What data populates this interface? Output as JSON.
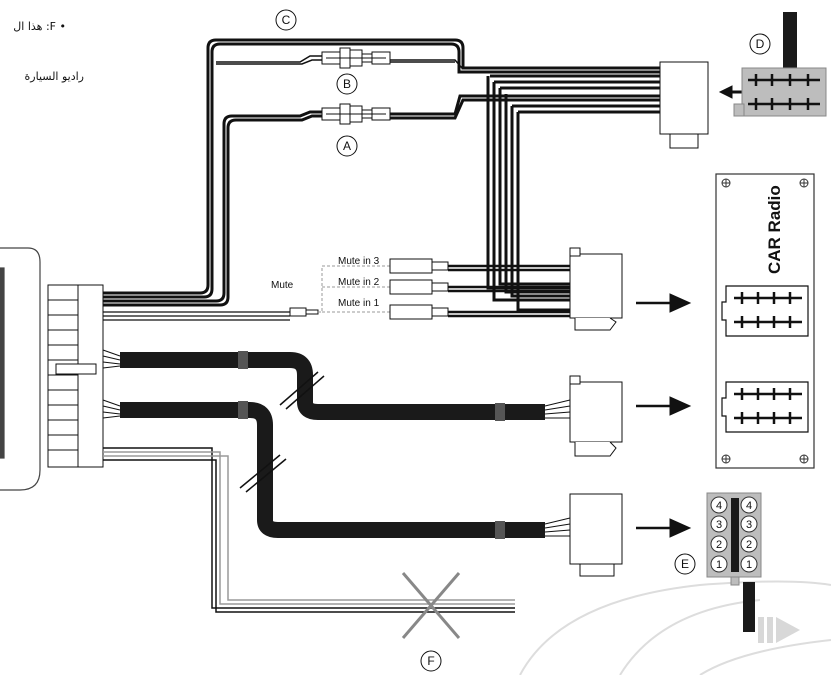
{
  "note": {
    "bullet": "•",
    "line1": "F: هذا ال",
    "line2": "راديو السيارة"
  },
  "callouts": {
    "a": "A",
    "b": "B",
    "c": "C",
    "d": "D",
    "e": "E",
    "f": "F"
  },
  "mute": {
    "main": "Mute",
    "in3": "Mute in 3",
    "in2": "Mute in 2",
    "in1": "Mute in 1"
  },
  "car_radio": {
    "label": "CAR Radio"
  },
  "speaker_pins": {
    "left": [
      "4",
      "3",
      "2",
      "1"
    ],
    "right": [
      "4",
      "3",
      "2",
      "1"
    ]
  },
  "colors": {
    "wire": "#111111",
    "cable": "#1a1a1a",
    "gray_wire": "#9a9a9a",
    "cross": "#888888",
    "panel_stroke": "#333333",
    "watermark": "#dddddd"
  },
  "icons": [
    "arrow-right-icon",
    "arrow-left-icon",
    "cross-icon",
    "play-icon"
  ]
}
